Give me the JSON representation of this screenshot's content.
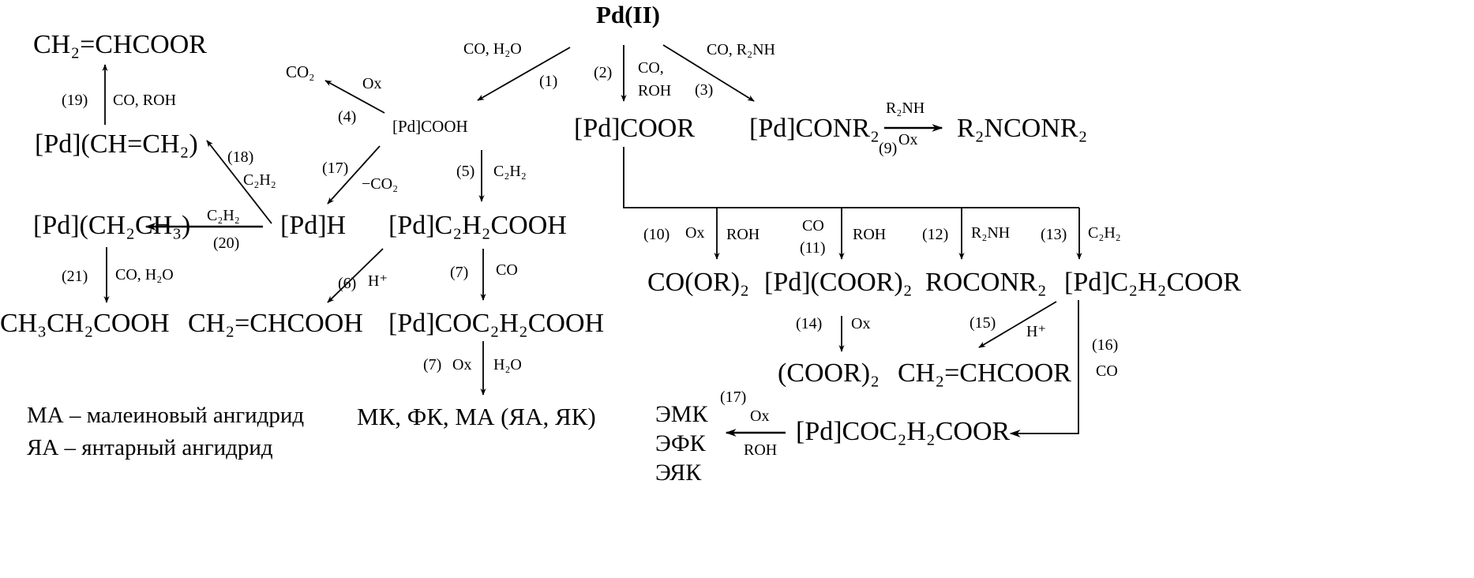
{
  "title": "Pd(II)",
  "compounds": {
    "methyl_acrylate_top": "CH₂=CHCOOR",
    "co2": "CO₂",
    "pd_cooh": "[Pd]COOH",
    "pd_coor": "[Pd]COOR",
    "pd_conr2": "[Pd]CONR₂",
    "urea": "R₂NCONR₂",
    "pd_vinyl": "[Pd](CH=CH₂)",
    "pd_h": "[Pd]H",
    "pd_c2h2cooh": "[Pd]C₂H₂COOH",
    "pd_ethyl": "[Pd](CH₂CH₃)",
    "propionic_acid": "CH₃CH₂COOH",
    "acrylic_acid": "CH₂=CHCOOH",
    "pd_coc2h2cooh": "[Pd]COC₂H₂COOH",
    "acids_products": "МК, ФК, МА (ЯА, ЯК)",
    "carbonate": "CO(OR)₂",
    "pd_coor2": "[Pd](COOR)₂",
    "carbamate": "ROCONR₂",
    "pd_c2h2coor": "[Pd]C₂H₂COOR",
    "oxalate": "(COOR)₂",
    "acrylate_right": "CH₂=CHCOOR",
    "pd_coc2h2coor": "[Pd]COC₂H₂COOR",
    "emk": "ЭМК",
    "efk": "ЭФК",
    "eyak": "ЭЯК"
  },
  "legend": [
    "МА – малеиновый ангидрид",
    "ЯА – янтарный ангидрид"
  ],
  "reactions": {
    "r1": {
      "num": "(1)",
      "reagent": "CO, H₂O"
    },
    "r2": {
      "num": "(2)",
      "reagent_a": "CO,",
      "reagent_b": "ROH"
    },
    "r3": {
      "num": "(3)",
      "reagent": "CO, R₂NH"
    },
    "r4": {
      "num": "(4)",
      "reagent": "Ox"
    },
    "r5": {
      "num": "(5)",
      "reagent": "C₂H₂"
    },
    "r6": {
      "num": "(6)",
      "reagent": "H⁺"
    },
    "r7": {
      "num": "(7)",
      "reagent": "CO"
    },
    "r7b": {
      "num": "(7)",
      "reagent_a": "Ox",
      "reagent_b": "H₂O"
    },
    "r9": {
      "num": "(9)",
      "reagent_top": "R₂NH",
      "reagent_bottom": "Ox"
    },
    "r10": {
      "num": "(10)",
      "reagent_a": "Ox",
      "reagent_b": "ROH"
    },
    "r11": {
      "num": "(11)",
      "reagent_a": "CO",
      "reagent_b": "ROH"
    },
    "r12": {
      "num": "(12)",
      "reagent": "R₂NH"
    },
    "r13": {
      "num": "(13)",
      "reagent": "C₂H₂"
    },
    "r14": {
      "num": "(14)",
      "reagent": "Ox"
    },
    "r15": {
      "num": "(15)",
      "reagent": "H⁺"
    },
    "r16": {
      "num": "(16)",
      "reagent": "CO"
    },
    "r17a": {
      "num": "(17)",
      "reagent": "−CO₂"
    },
    "r17b": {
      "num": "(17)",
      "reagent_a": "Ox",
      "reagent_b": "ROH"
    },
    "r18": {
      "num": "(18)",
      "reagent": "C₂H₂"
    },
    "r19": {
      "num": "(19)",
      "reagent": "CO, ROH"
    },
    "r20": {
      "num": "(20)",
      "reagent": "C₂H₂"
    },
    "r21": {
      "num": "(21)",
      "reagent": "CO, H₂O"
    }
  }
}
